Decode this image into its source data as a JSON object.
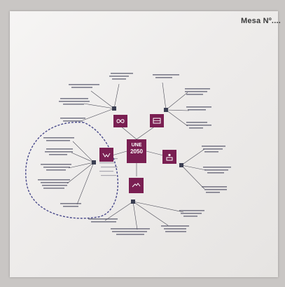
{
  "header": {
    "table_label": "Mesa Nº...."
  },
  "center_tile": {
    "line1": "UNE",
    "line2": "2050"
  },
  "icons": {
    "top_left": "infinity-icon",
    "top_right": "book-icon",
    "left": "wave-hands-icon",
    "right": "person-podium-icon",
    "bottom": "handshake-icon"
  },
  "colors": {
    "paper": "#efedec",
    "tile": "#7a1f52",
    "circle": "#2b2d7a",
    "ink": "#2b2b3a"
  }
}
